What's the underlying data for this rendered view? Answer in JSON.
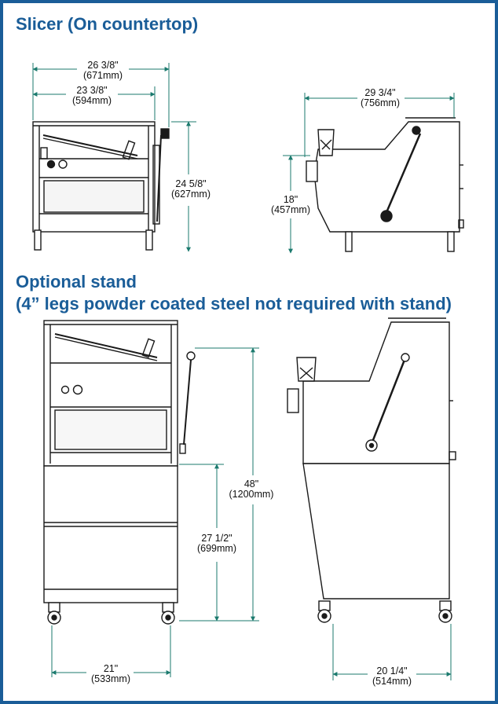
{
  "sections": [
    {
      "id": "countertop",
      "title": "Slicer (On countertop)"
    },
    {
      "id": "stand",
      "title_line1": "Optional stand",
      "title_line2": "(4” legs powder coated steel not required with stand)"
    }
  ],
  "dimensions": {
    "counter_width_overall": {
      "imperial": "26 3/8\"",
      "metric": "(671mm)"
    },
    "counter_width_body": {
      "imperial": "23 3/8\"",
      "metric": "(594mm)"
    },
    "counter_height": {
      "imperial": "24 5/8\"",
      "metric": "(627mm)"
    },
    "counter_depth": {
      "imperial": "29 3/4\"",
      "metric": "(756mm)"
    },
    "counter_feed_height": {
      "imperial": "18\"",
      "metric": "(457mm)"
    },
    "stand_total_height": {
      "imperial": "48\"",
      "metric": "(1200mm)"
    },
    "stand_height": {
      "imperial": "27 1/2\"",
      "metric": "(699mm)"
    },
    "stand_width": {
      "imperial": "21\"",
      "metric": "(533mm)"
    },
    "stand_depth": {
      "imperial": "20 1/4\"",
      "metric": "(514mm)"
    }
  },
  "colors": {
    "border": "#1a5d98",
    "heading": "#1a5d98",
    "dimension_line": "#1b7a6e",
    "drawing": "#1a1a1a"
  }
}
